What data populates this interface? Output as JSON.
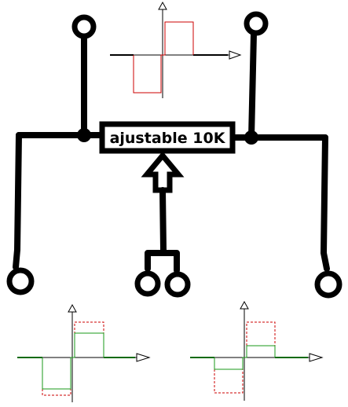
{
  "potentiometer": {
    "label": "ajustable 10K"
  },
  "colors": {
    "wire": "#000000",
    "input_signal": "#cc0000",
    "reference_signal": "#cc0000",
    "output_signal": "#1a9a1a",
    "output_baseline": "#0a6a0a"
  },
  "signals": {
    "input": {
      "description_shape": "square-wave",
      "amplitude_ratio": 1.0
    },
    "output_left": {
      "amplitude_ratio": 0.6
    },
    "output_right": {
      "amplitude_ratio": 0.35
    }
  }
}
